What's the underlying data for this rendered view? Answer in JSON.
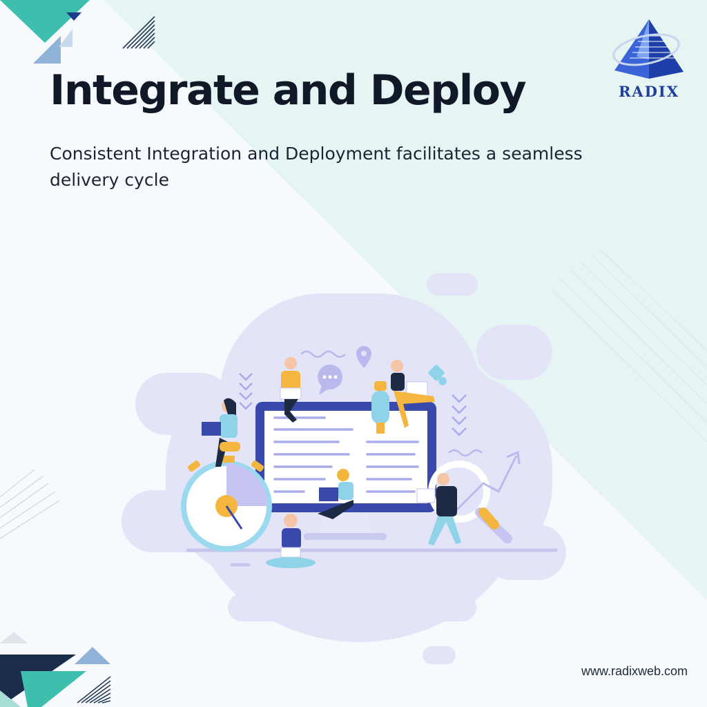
{
  "headline": "Integrate and Deploy",
  "subtitle": "Consistent Integration and Deployment facilitates a seamless delivery cycle",
  "brand": {
    "name": "RADIX",
    "icon": "pyramid-logo-icon",
    "color": "#1d3e9c"
  },
  "website": "www.radixweb.com",
  "illustration": {
    "subject": "team-working-around-monitor-illustration"
  },
  "colors": {
    "background": "#f7fafd",
    "mint_panel": "#e6f5f3",
    "teal": "#3ebfae",
    "navy": "#182d4c",
    "accent_blue": "#3949ab",
    "lavender": "#e3e4f8",
    "yellow": "#f4b63e"
  }
}
